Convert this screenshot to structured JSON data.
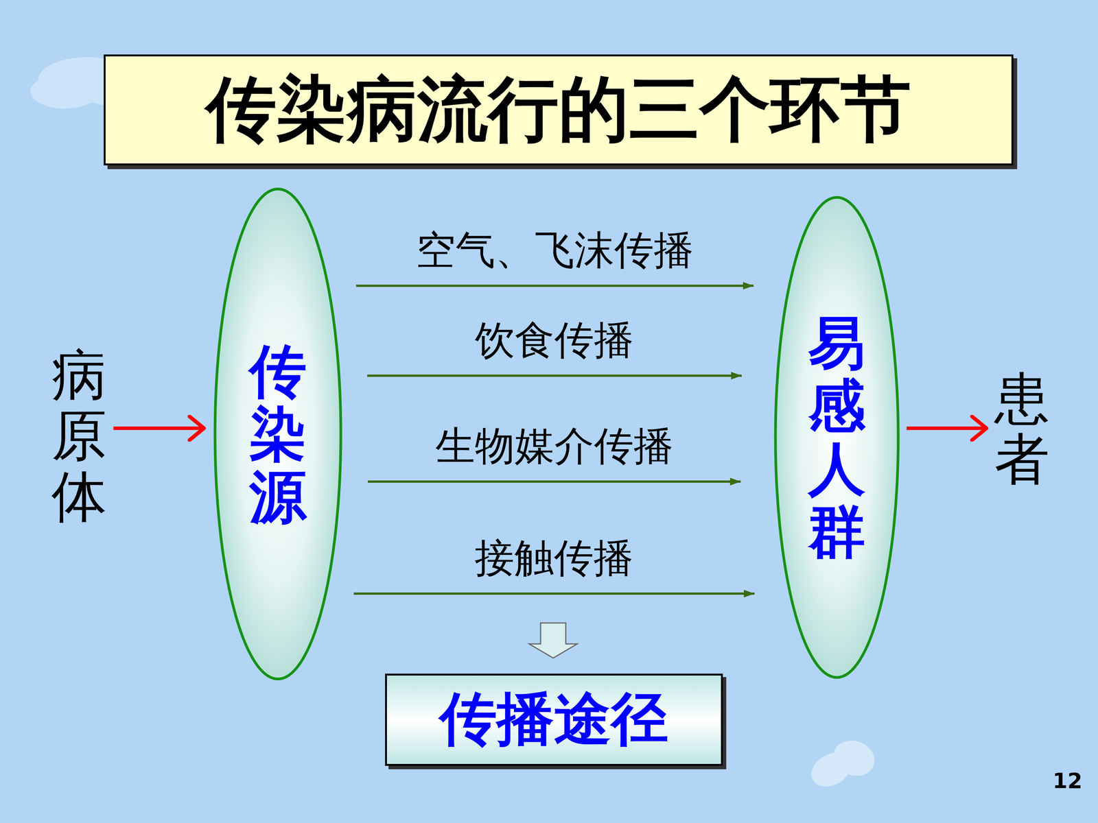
{
  "diagram": {
    "title": "传染病流行的三个环节",
    "nodes": [
      {
        "text": [
          "病原体"
        ]
      },
      {
        "text": [
          "传染源"
        ]
      },
      {
        "text": [
          "易感人群"
        ]
      },
      {
        "text": [
          "患者"
        ]
      },
      {
        "text": [
          "传播途径"
        ]
      }
    ],
    "edges": [
      {
        "from": 0,
        "to": 1,
        "arrow": "to"
      },
      {
        "from": 1,
        "to": 2,
        "arrow": "to",
        "label": "空气、飞沫传播"
      },
      {
        "from": 1,
        "to": 2,
        "arrow": "to",
        "label": "饮食传播"
      },
      {
        "from": 1,
        "to": 2,
        "arrow": "to",
        "label": "生物媒介传播"
      },
      {
        "from": 1,
        "to": 2,
        "arrow": "to",
        "label": "接触传播"
      },
      {
        "from": 2,
        "to": 3,
        "arrow": "to"
      }
    ],
    "labels": [
      "12"
    ]
  }
}
